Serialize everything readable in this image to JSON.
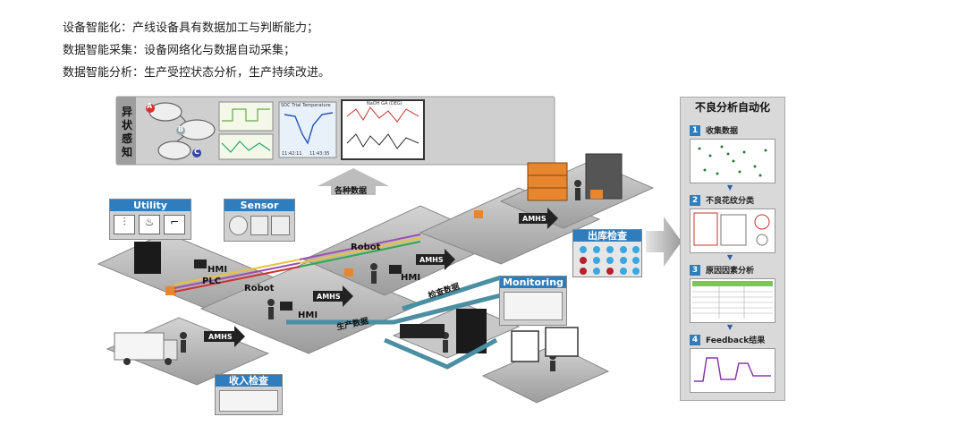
{
  "intro_lines": [
    "设备智能化：产线设备具有数据加工与判断能力；",
    "数据智能采集：设备网络化与数据自动采集；",
    "数据智能分析：生产受控状态分析，生产持续改进。"
  ],
  "anomaly_panel": {
    "vertical_title": [
      "异",
      "状",
      "感",
      "知"
    ],
    "node_labels": [
      "A",
      "B",
      "C"
    ],
    "chart_titles": [
      "SOC Trial Temperature",
      "NaOH GA (DEG)"
    ],
    "time_labels": [
      "11:42:11",
      "11:43:35"
    ]
  },
  "labels": {
    "various_data": "各种数据",
    "utility": "Utility",
    "sensor": "Sensor",
    "robot": "Robot",
    "hmi": "HMI",
    "plc": "PLC",
    "amhs": "AMHS",
    "monitoring": "Monitoring",
    "inspection_data": "检查数据",
    "production_data": "生产数据",
    "incoming_inspection": "收入检查",
    "outgoing_inspection": "出库检查"
  },
  "analysis_panel": {
    "title": "不良分析自动化",
    "steps": [
      {
        "num": "1",
        "label": "收集数据"
      },
      {
        "num": "2",
        "label": "不良花纹分类"
      },
      {
        "num": "3",
        "label": "原因因素分析"
      },
      {
        "num": "4",
        "label": "Feedback结果"
      }
    ]
  },
  "colors": {
    "accent_blue": "#2f7dbd",
    "floor_gray": "#b9b9b9",
    "panel_gray": "#d9d9d9",
    "arrow_teal": "#4a8fa3",
    "orange_box": "#e8862d"
  }
}
